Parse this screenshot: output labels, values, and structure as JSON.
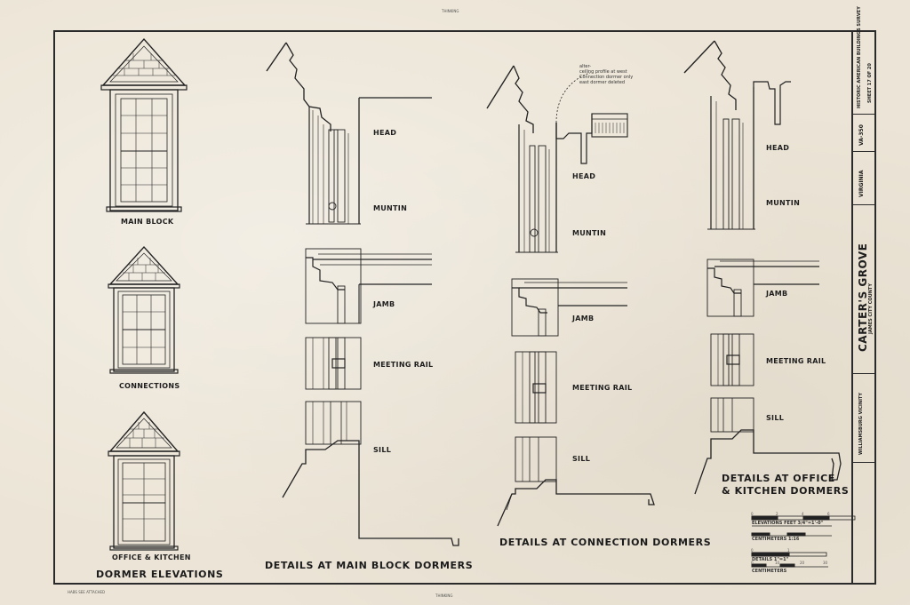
{
  "sheet": {
    "top_tiny_label": "THINKING",
    "bottom_tiny_label": "THINKING",
    "bottom_left_tiny": "HABS SEE ATTACHED"
  },
  "elevations": {
    "section_title": "DORMER ELEVATIONS",
    "items": [
      {
        "label": "MAIN BLOCK"
      },
      {
        "label": "CONNECTIONS"
      },
      {
        "label": "OFFICE & KITCHEN"
      }
    ]
  },
  "main_block": {
    "title": "DETAILS AT MAIN BLOCK DORMERS",
    "labels": {
      "head": "HEAD",
      "muntin": "MUNTIN",
      "jamb": "JAMB",
      "meeting_rail": "MEETING RAIL",
      "sill": "SILL"
    }
  },
  "connection": {
    "title": "DETAILS AT CONNECTION DORMERS",
    "note": [
      "alter-",
      "ceiling profile at west",
      "Connection dormer only",
      "east dormer deleted"
    ],
    "labels": {
      "head": "HEAD",
      "muntin": "MUNTIN",
      "jamb": "JAMB",
      "meeting_rail": "MEETING RAIL",
      "sill": "SILL"
    }
  },
  "office": {
    "title_line1": "DETAILS AT OFFICE",
    "title_line2": "& KITCHEN DORMERS",
    "labels": {
      "head": "HEAD",
      "muntin": "MUNTIN",
      "jamb": "JAMB",
      "meeting_rail": "MEETING RAIL",
      "sill": "SILL"
    }
  },
  "scales": {
    "elevations_label": "ELEVATIONS  FEET 3/4\"=1'-0\"",
    "elevations_ticks": [
      "0",
      "2",
      "4",
      "6"
    ],
    "centimeters_label_1": "CENTIMETERS  1:16",
    "details_label": "DETAILS  1\"=1\"",
    "details_ticks": [
      "0",
      "1"
    ],
    "centimeters_label_2": "CENTIMETERS",
    "cm_ticks": [
      "0",
      "10",
      "20",
      "30"
    ]
  },
  "title_block": {
    "project": "CARTER'S GROVE",
    "county": "JAMES CITY COUNTY",
    "locality": "WILLIAMSBURG VICINITY",
    "state": "VIRGINIA",
    "habs_number": "VA-350",
    "survey": "HISTORIC AMERICAN BUILDINGS SURVEY",
    "sheet": "SHEET 17 OF 20"
  }
}
